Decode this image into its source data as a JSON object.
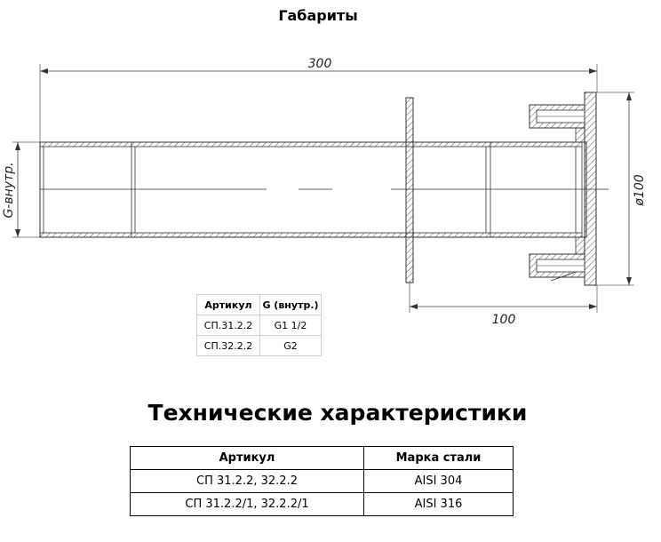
{
  "header": {
    "title": "Габариты"
  },
  "drawing": {
    "dim_length": "300",
    "dim_flange": "100",
    "dim_diameter": "ø100",
    "thread_label": "G-внутр."
  },
  "small_table": {
    "headers": [
      "Артикул",
      "G (внутр.)"
    ],
    "rows": [
      [
        "СП.31.2.2",
        "G1 1/2"
      ],
      [
        "СП.32.2.2",
        "G2"
      ]
    ]
  },
  "tech": {
    "title": "Технические характеристики",
    "headers": [
      "Артикул",
      "Марка стали"
    ],
    "rows": [
      [
        "СП 31.2.2, 32.2.2",
        "AISI 304"
      ],
      [
        "СП 31.2.2/1, 32.2.2/1",
        "AISI 316"
      ]
    ]
  }
}
